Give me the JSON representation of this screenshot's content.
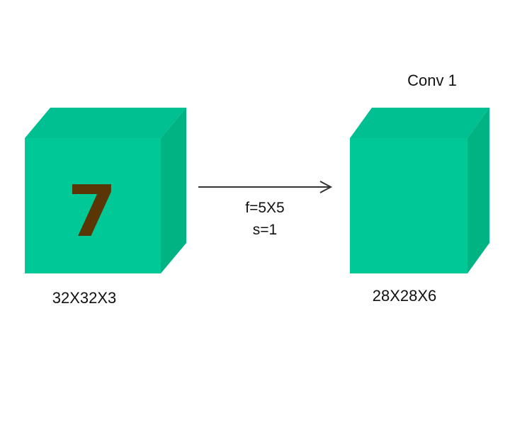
{
  "input_block": {
    "digit": "7",
    "dims_label": "32X32X3"
  },
  "operation": {
    "filter_label": "f=5X5",
    "stride_label": "s=1"
  },
  "output_block": {
    "layer_title": "Conv 1",
    "dims_label": "28X28X6"
  },
  "colors": {
    "cube_front": "#00C896",
    "cube_top": "#00BF90",
    "cube_side": "#00B383",
    "digit": "#5A3506",
    "arrow": "#333333",
    "text": "#111111"
  }
}
